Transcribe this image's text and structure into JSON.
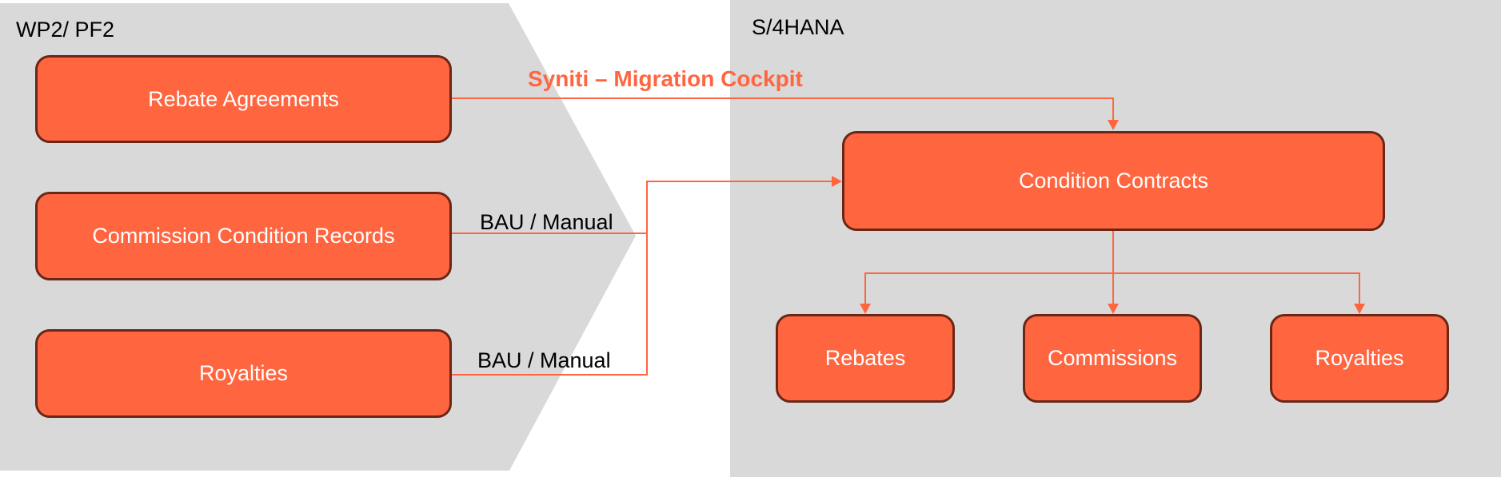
{
  "colors": {
    "accent": "#FF6640",
    "box_border": "#6B2616",
    "panel": "#D9D9D9"
  },
  "source_system": {
    "label": "WP2/ PF2",
    "boxes": [
      "Rebate Agreements",
      "Commission Condition Records",
      "Royalties"
    ]
  },
  "target_system": {
    "label": "S/4HANA",
    "main_box": "Condition Contracts",
    "children": [
      "Rebates",
      "Commissions",
      "Royalties"
    ]
  },
  "connectors": {
    "migration_tool": "Syniti – Migration Cockpit",
    "manual_1": "BAU / Manual",
    "manual_2": "BAU / Manual"
  }
}
